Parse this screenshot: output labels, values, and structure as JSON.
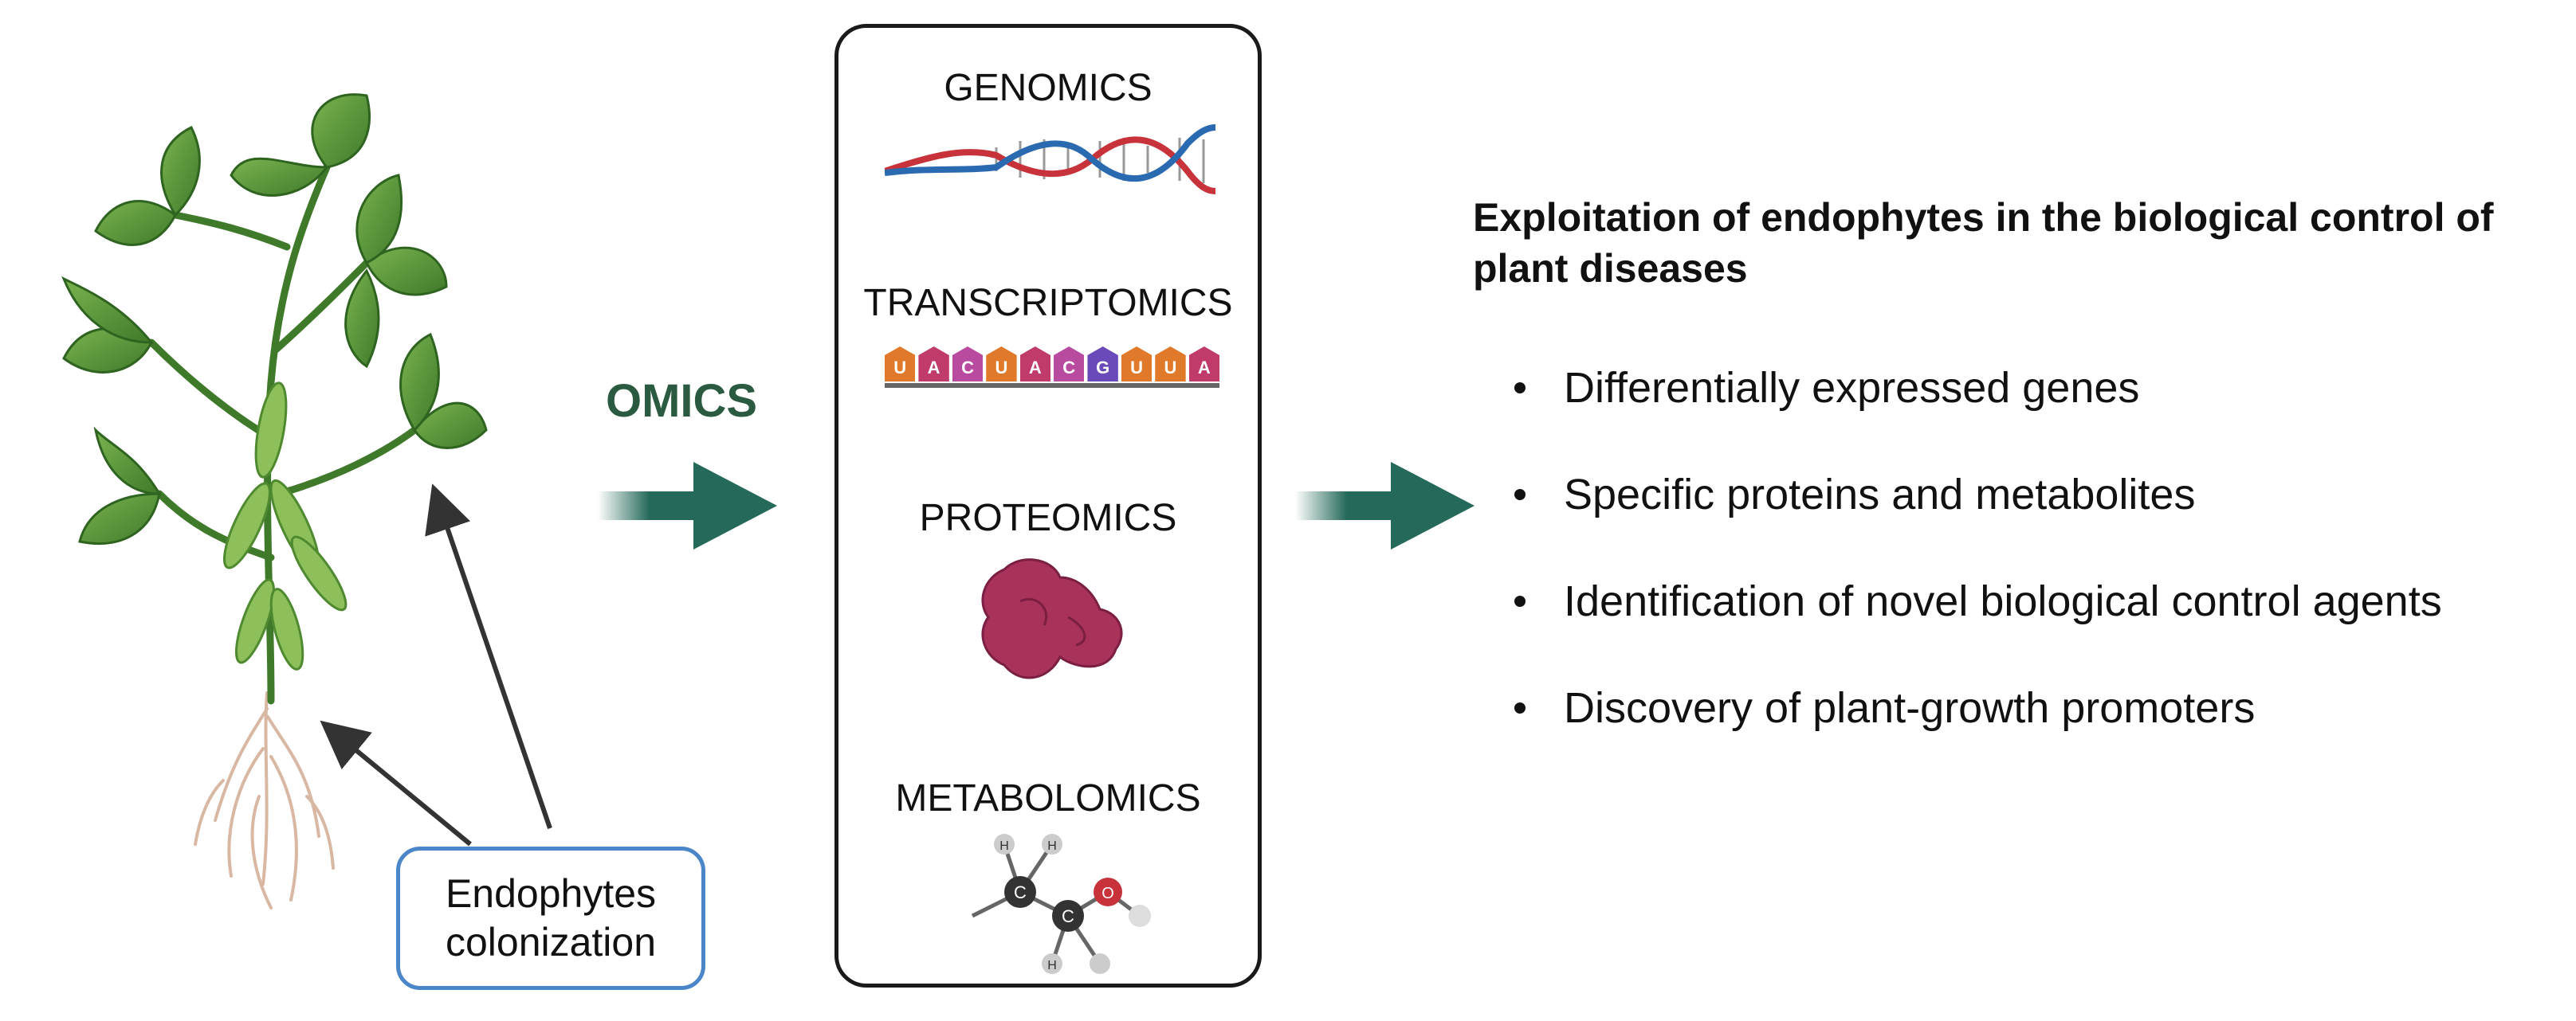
{
  "diagram": {
    "omics_label": "OMICS",
    "endophytes_box": {
      "line1": "Endophytes",
      "line2": "colonization"
    },
    "omics_panel": {
      "genomics": "GENOMICS",
      "transcriptomics": "TRANSCRIPTOMICS",
      "proteomics": "PROTEOMICS",
      "metabolomics": "METABOLOMICS"
    },
    "rna_letters": [
      "U",
      "A",
      "C",
      "U",
      "A",
      "C",
      "G",
      "U",
      "U",
      "A"
    ],
    "molecule_atoms": {
      "carbon": "C",
      "oxygen": "O",
      "hydrogen": "H"
    },
    "outcome": {
      "title": "Exploitation of endophytes in the biological control of plant diseases",
      "items": [
        "Differentially expressed genes",
        "Specific proteins and metabolites",
        "Identification of novel biological control agents",
        "Discovery of plant-growth promoters"
      ]
    },
    "colors": {
      "arrow": "#24695a",
      "leaf": "#5c9a3c",
      "leaf_dark": "#3f7a2a",
      "protein": "#a8325a",
      "dna_red": "#c8323a",
      "dna_blue": "#2a6ab0",
      "box_border": "#4a86c8"
    }
  }
}
